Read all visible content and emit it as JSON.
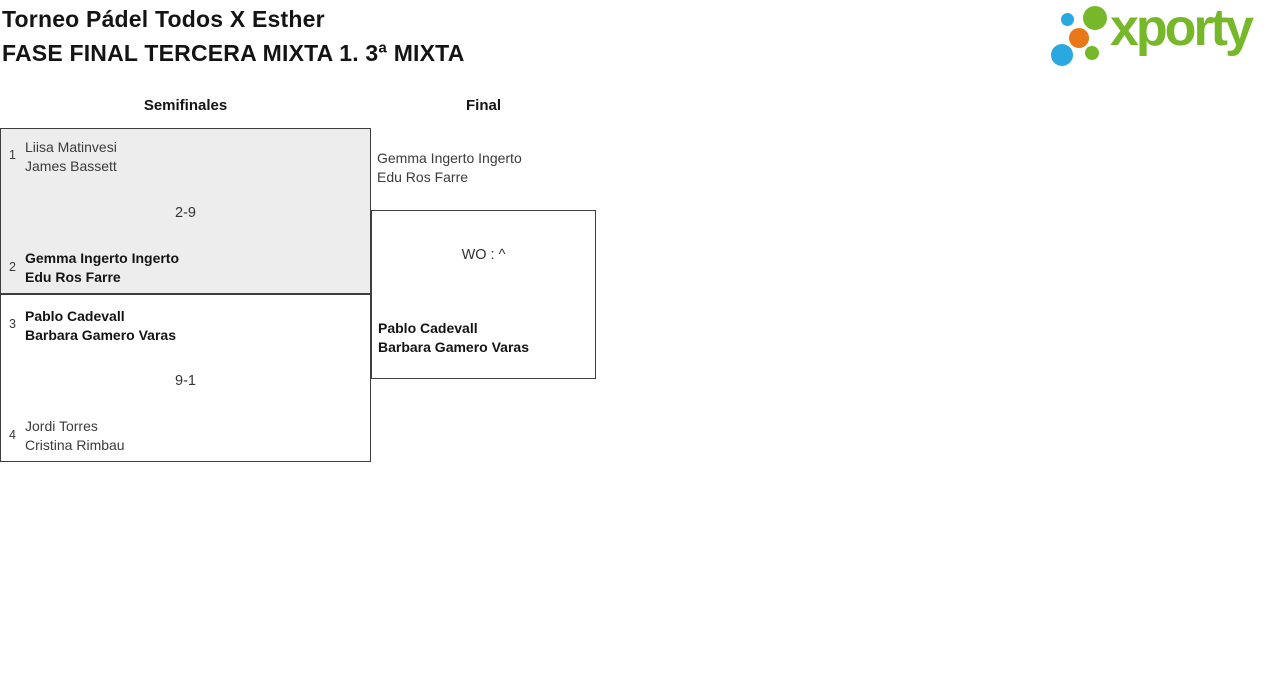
{
  "page": {
    "title_line1": "Torneo Pádel Todos X Esther",
    "title_line2": "FASE FINAL TERCERA MIXTA 1. 3ª MIXTA"
  },
  "logo": {
    "brand": "xporty",
    "green": "#76b82a",
    "blue": "#2aa9e0",
    "orange": "#e87818"
  },
  "bracket": {
    "round_headers": [
      {
        "label": "Semifinales"
      },
      {
        "label": "Final"
      }
    ],
    "semifinal_1": {
      "score": "2-9",
      "team1": {
        "seed": "1",
        "player1": "Liisa Matinvesi",
        "player2": "James Bassett",
        "winner": false
      },
      "team2": {
        "seed": "2",
        "player1": "Gemma Ingerto Ingerto",
        "player2": "Edu Ros Farre",
        "winner": true
      }
    },
    "semifinal_2": {
      "score": "9-1",
      "team1": {
        "seed": "3",
        "player1": "Pablo Cadevall",
        "player2": "Barbara Gamero Varas",
        "winner": true
      },
      "team2": {
        "seed": "4",
        "player1": "Jordi Torres",
        "player2": "Cristina Rimbau",
        "winner": false
      }
    },
    "final": {
      "score": "WO : ^",
      "team1": {
        "player1": "Gemma Ingerto Ingerto",
        "player2": "Edu Ros Farre",
        "winner": false
      },
      "team2": {
        "player1": "Pablo Cadevall",
        "player2": "Barbara Gamero Varas",
        "winner": true
      }
    }
  }
}
